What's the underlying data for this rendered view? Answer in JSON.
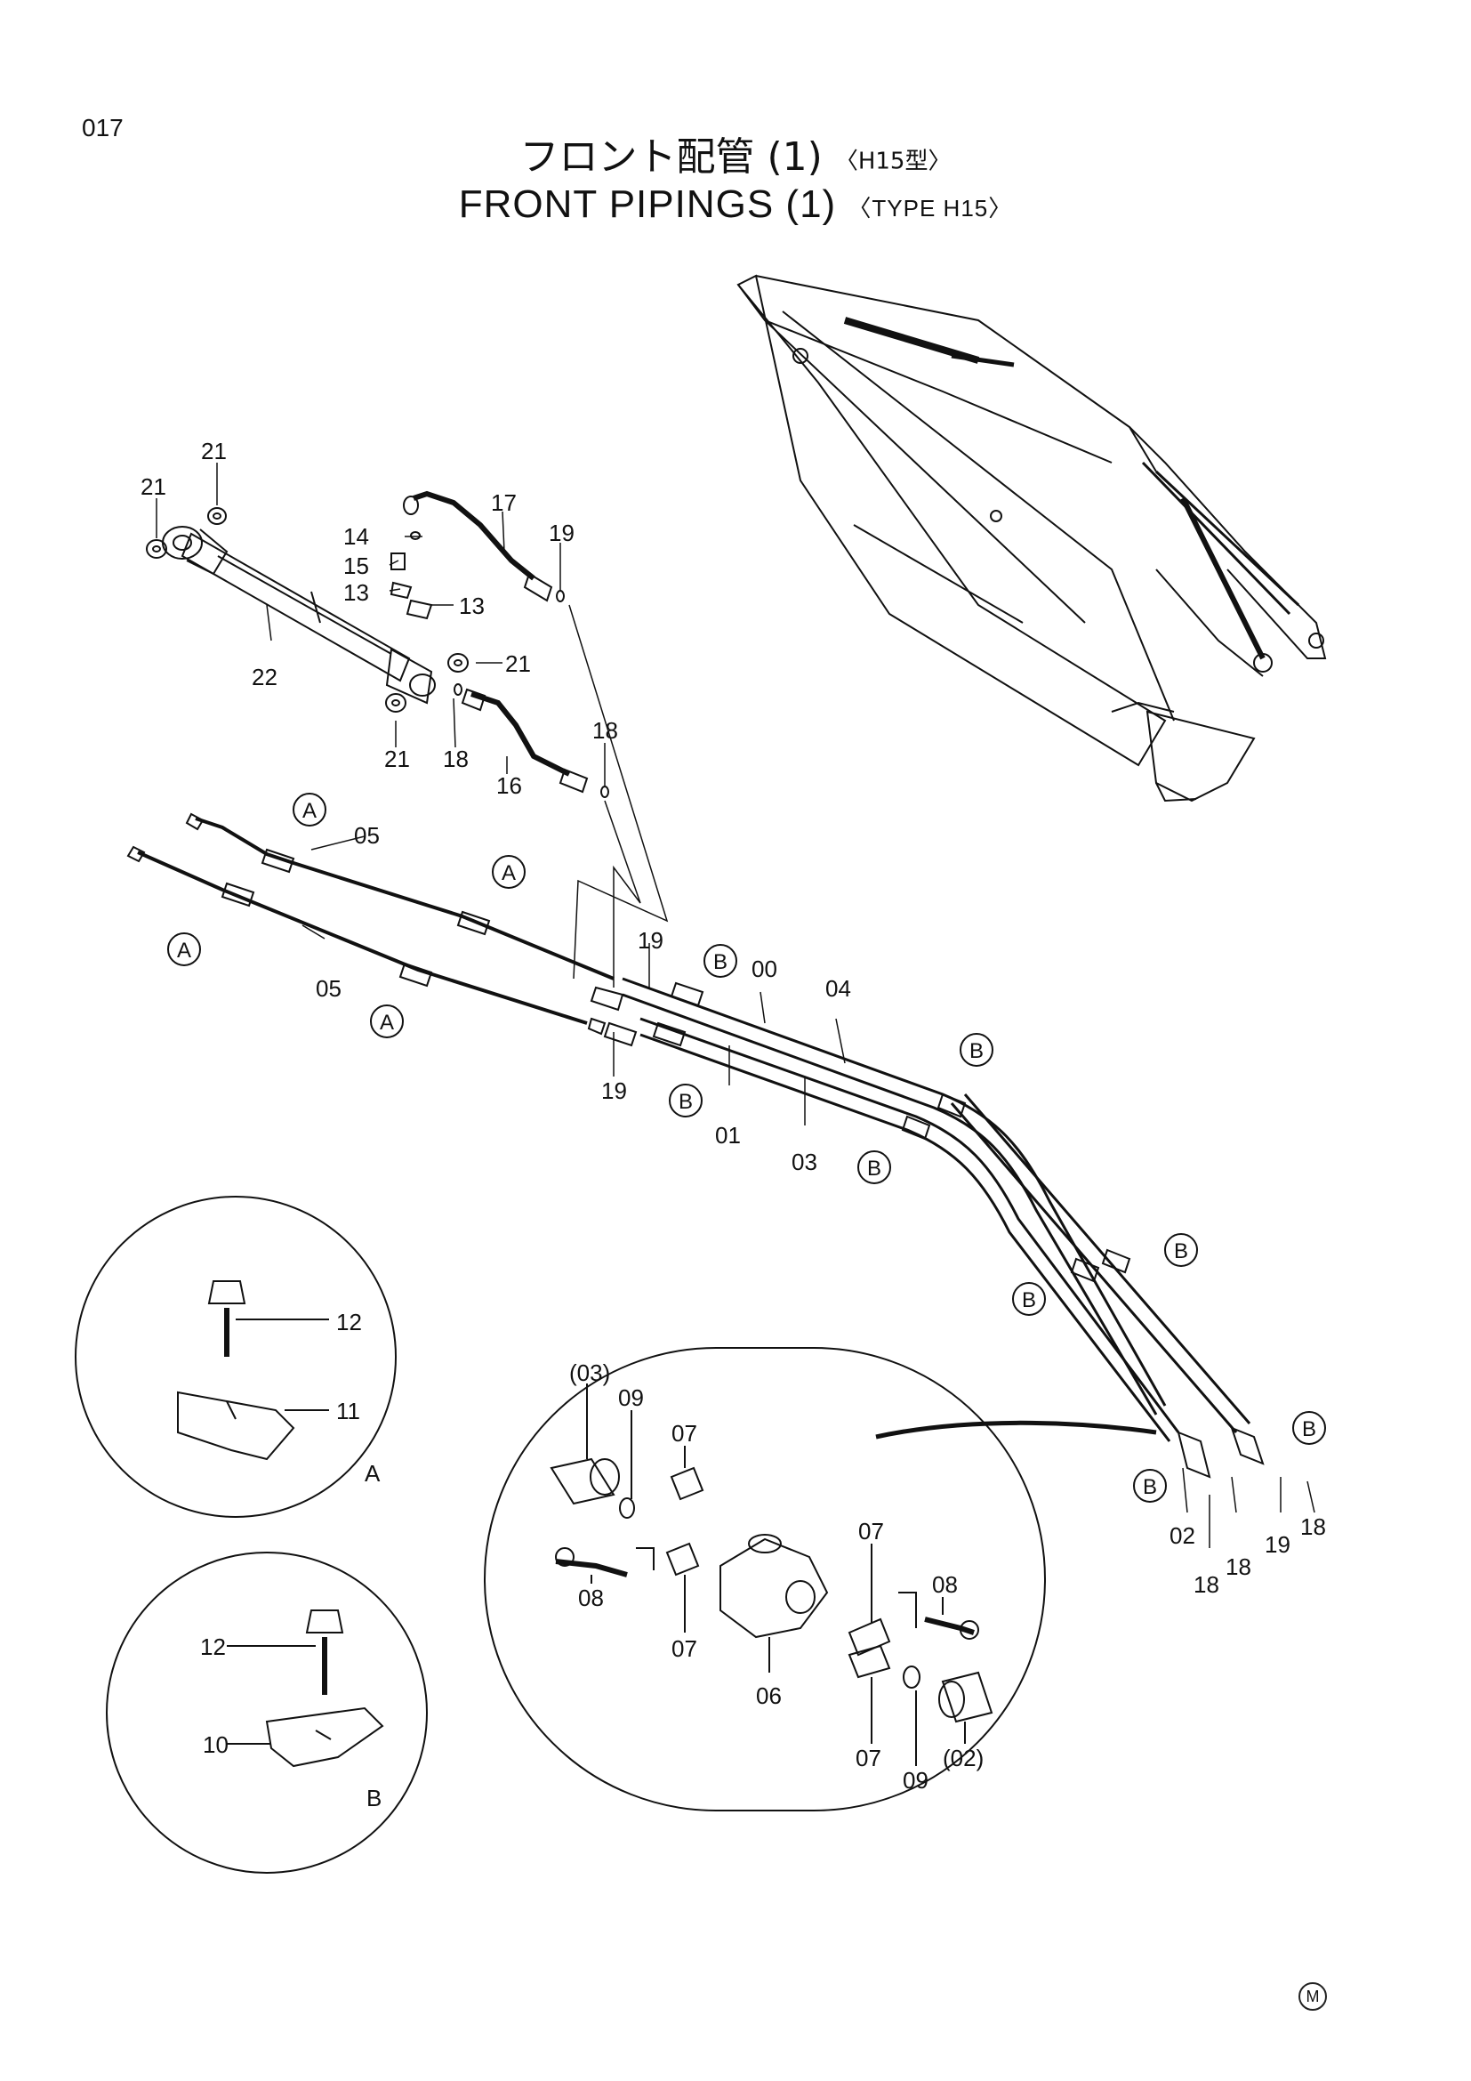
{
  "header": {
    "page_number": "017",
    "title_jp": "フロント配管 (1)",
    "title_jp_type": "〈H15型〉",
    "title_en": "FRONT PIPINGS (1)",
    "title_en_type": "〈TYPE H15〉"
  },
  "callouts": {
    "p21": "21",
    "p17": "17",
    "p14": "14",
    "p15": "15",
    "p13": "13",
    "p19": "19",
    "p22": "22",
    "p18": "18",
    "p16": "16",
    "p05": "05",
    "p00": "00",
    "p04": "04",
    "p01": "01",
    "p03": "03",
    "p02": "02",
    "p12": "12",
    "p11": "11",
    "p10": "10",
    "p09": "09",
    "p07": "07",
    "p08": "08",
    "p06": "06",
    "p03p": "(03)",
    "p02p": "(02)",
    "A": "A",
    "B": "B"
  },
  "detail_labels": {
    "a": "A",
    "b": "B"
  },
  "footer": {
    "mark": "M"
  }
}
